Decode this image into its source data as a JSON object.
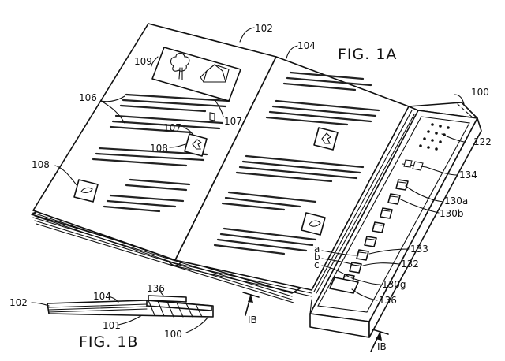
{
  "figures": {
    "fig_1a": "FIG. 1A",
    "fig_1b": "FIG. 1B"
  },
  "labels": {
    "r100": "100",
    "r100b": "100",
    "r101": "101",
    "r102": "102",
    "r102b": "102",
    "r104": "104",
    "r104b": "104",
    "r106": "106",
    "r107a": "107",
    "r107b": "107",
    "r108a": "108",
    "r108b": "108",
    "r109": "109",
    "r122": "122",
    "r130a": "130a",
    "r130b": "130b",
    "r130g": "130g",
    "r132": "132",
    "r133": "133",
    "r134": "134",
    "r136": "136",
    "r136b": "136",
    "la": "a",
    "lb": "b",
    "lc": "c",
    "ib1": "IB",
    "ib2": "IB"
  }
}
